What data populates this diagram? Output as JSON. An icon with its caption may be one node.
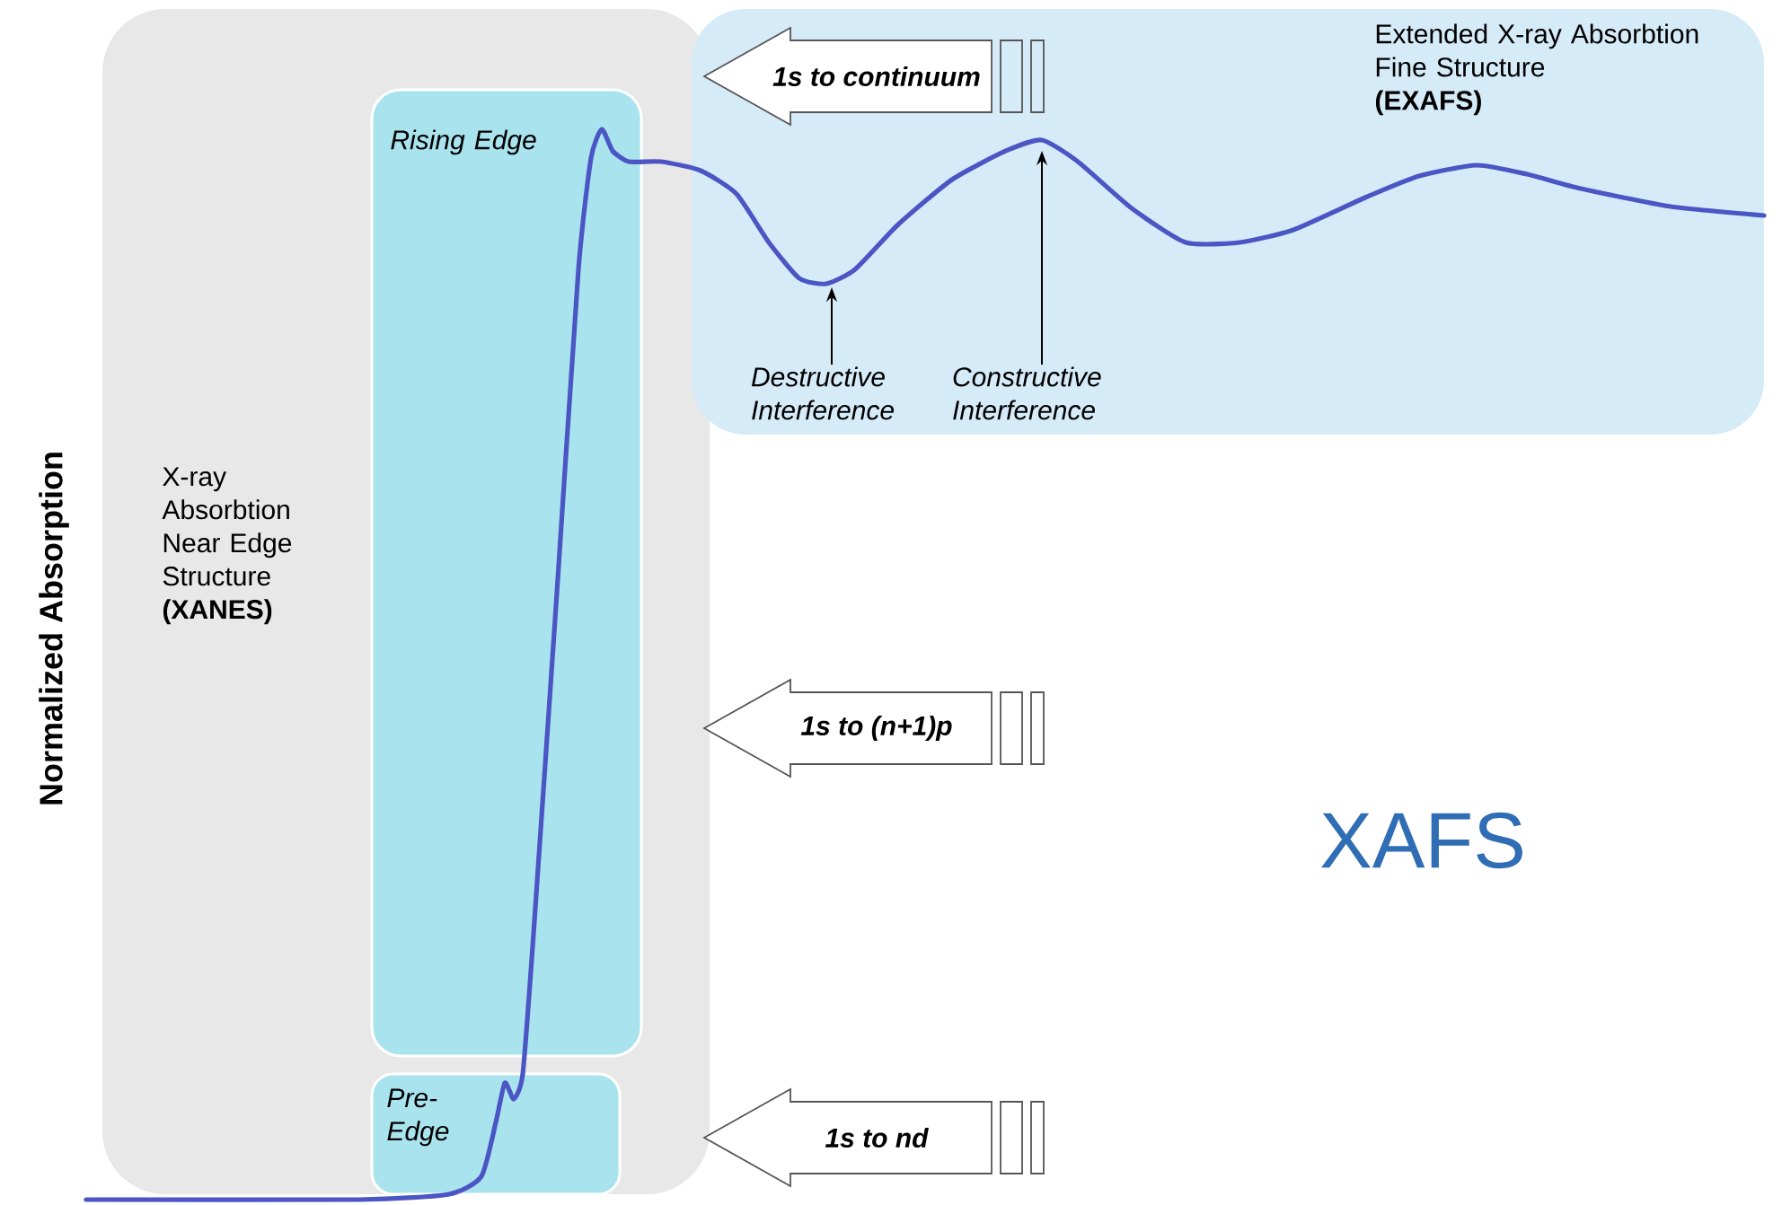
{
  "diagram": {
    "nodes": [
      {
        "text": [
          "X-ray Absorbtion Near Edge Structure",
          "(XANES)"
        ]
      },
      {
        "text": [
          "Rising Edge"
        ],
        "in": 0
      },
      {
        "text": [
          "Pre- Edge"
        ],
        "in": 0
      },
      {
        "text": [
          "Extended X-ray Absorbtion Fine Structure",
          "(EXAFS)"
        ]
      },
      {
        "text": [
          "1s to continuum"
        ],
        "in": 3
      },
      {
        "text": [
          "1s to (n+1)p"
        ]
      },
      {
        "text": [
          "1s to nd"
        ]
      },
      {
        "text": [
          "Destructive Interference"
        ],
        "in": 3
      },
      {
        "text": [
          "Constructive Interference"
        ],
        "in": 3
      }
    ],
    "edges": [
      {
        "from": 7,
        "to": null,
        "arrow": "to"
      },
      {
        "from": 8,
        "to": null,
        "arrow": "to"
      }
    ],
    "title": "XAFS",
    "labels": [
      "Normalized Absorption"
    ]
  }
}
